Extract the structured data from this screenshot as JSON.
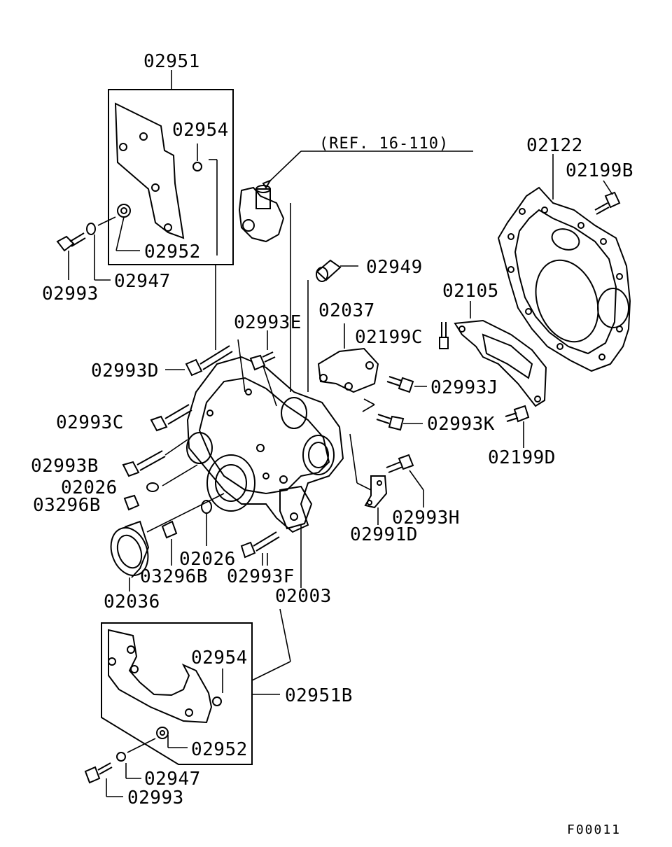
{
  "reference": "(REF. 16-110)",
  "figure_code": "F00011",
  "labels": {
    "p02951": "02951",
    "p02954_top": "02954",
    "p02952_top": "02952",
    "p02947_top": "02947",
    "p02993_top": "02993",
    "p02122": "02122",
    "p02199B": "02199B",
    "p02949": "02949",
    "p02105": "02105",
    "p02037": "02037",
    "p02993E": "02993E",
    "p02199C": "02199C",
    "p02993D": "02993D",
    "p02993J": "02993J",
    "p02993C": "02993C",
    "p02993K": "02993K",
    "p02199D": "02199D",
    "p02993B": "02993B",
    "p02026_left": "02026",
    "p03296B_left": "03296B",
    "p02993H": "02993H",
    "p02991D": "02991D",
    "p02026_mid": "02026",
    "p03296B_mid": "03296B",
    "p02993F": "02993F",
    "p02003": "02003",
    "p02036": "02036",
    "p02954_bot": "02954",
    "p02951B": "02951B",
    "p02952_bot": "02952",
    "p02947_bot": "02947",
    "p02993_bot": "02993"
  }
}
